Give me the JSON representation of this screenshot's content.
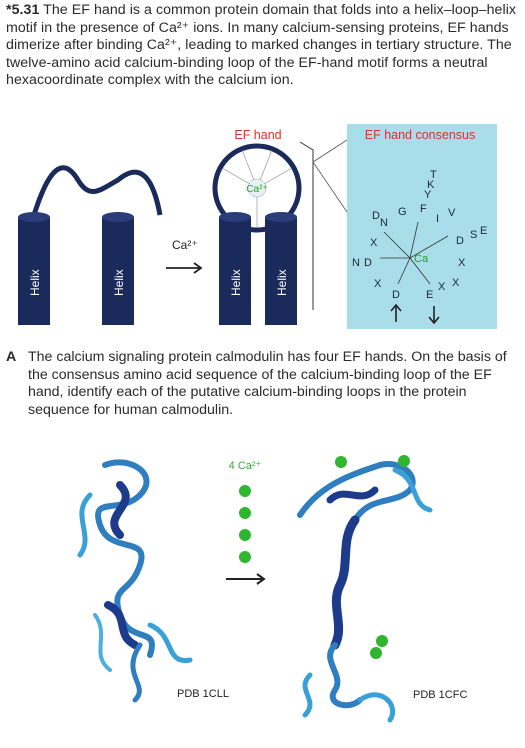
{
  "problem": {
    "number": "*5.31",
    "text": "The EF hand is a common protein domain that folds into a helix–loop–helix motif in the presence of Ca²⁺ ions. In many calcium-sensing proteins, EF hands dimerize after binding Ca²⁺, leading to marked changes in tertiary structure. The twelve-amino acid calcium-binding loop of the EF-hand motif forms a neutral hexacoordinate complex with the calcium ion."
  },
  "figure_top": {
    "ef_hand_label": "EF hand",
    "consensus_label": "EF hand consensus",
    "helix_label": "Helix",
    "ca_arrow_label": "Ca²⁺",
    "ca_ion_label": "Ca²⁺",
    "consensus_center": "Ca",
    "consensus_letters": [
      "T",
      "K",
      "Y",
      "D",
      "N",
      "G",
      "F",
      "I",
      "V",
      "S",
      "E",
      "X",
      "D",
      "N",
      "D",
      "X",
      "X",
      "X",
      "D",
      "E",
      "X"
    ],
    "consensus_bg": "#a9dde9",
    "helix_color": "#1a2a5a",
    "ef_label_color": "#e0302c"
  },
  "question": {
    "letter": "A",
    "text": "The calcium signaling protein calmodulin has four EF hands. On the basis of the consensus amino acid sequence of the calcium-binding loop of the EF hand, identify each of the putative calcium-binding loops in the protein sequence for human calmodulin."
  },
  "figure_bottom": {
    "ca_count_label": "4 Ca²⁺",
    "left_pdb": "PDB 1CLL",
    "right_pdb": "PDB 1CFC",
    "ca_color": "#2fb52f",
    "label_color": "#3aaa3a"
  }
}
